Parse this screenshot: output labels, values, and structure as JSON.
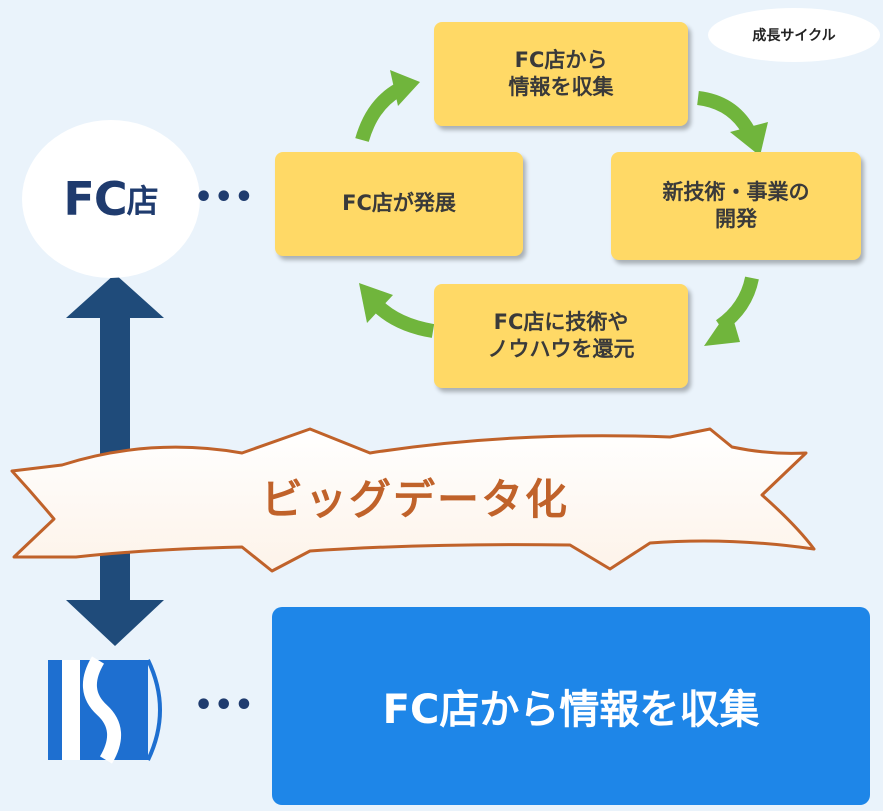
{
  "cycle": {
    "badge": "成長サイクル",
    "boxes": {
      "top": "FC店から\n情報を収集",
      "right": "新技術・事業の\n開発",
      "bottom": "FC店に技術や\nノウハウを還元",
      "left": "FC店が発展"
    }
  },
  "fc": {
    "label_big": "FC",
    "label_small": "店",
    "dots": "•••"
  },
  "banner": {
    "text": "ビッグデータ化"
  },
  "company": {
    "dots": "•••",
    "box_text": "FC店から情報を収集"
  },
  "colors": {
    "background": "#eaf3fb",
    "box_yellow": "#ffd966",
    "arrow_green": "#70b53c",
    "navy": "#1f3b6e",
    "blue_box": "#1e86e8",
    "banner_text": "#c0622a"
  }
}
